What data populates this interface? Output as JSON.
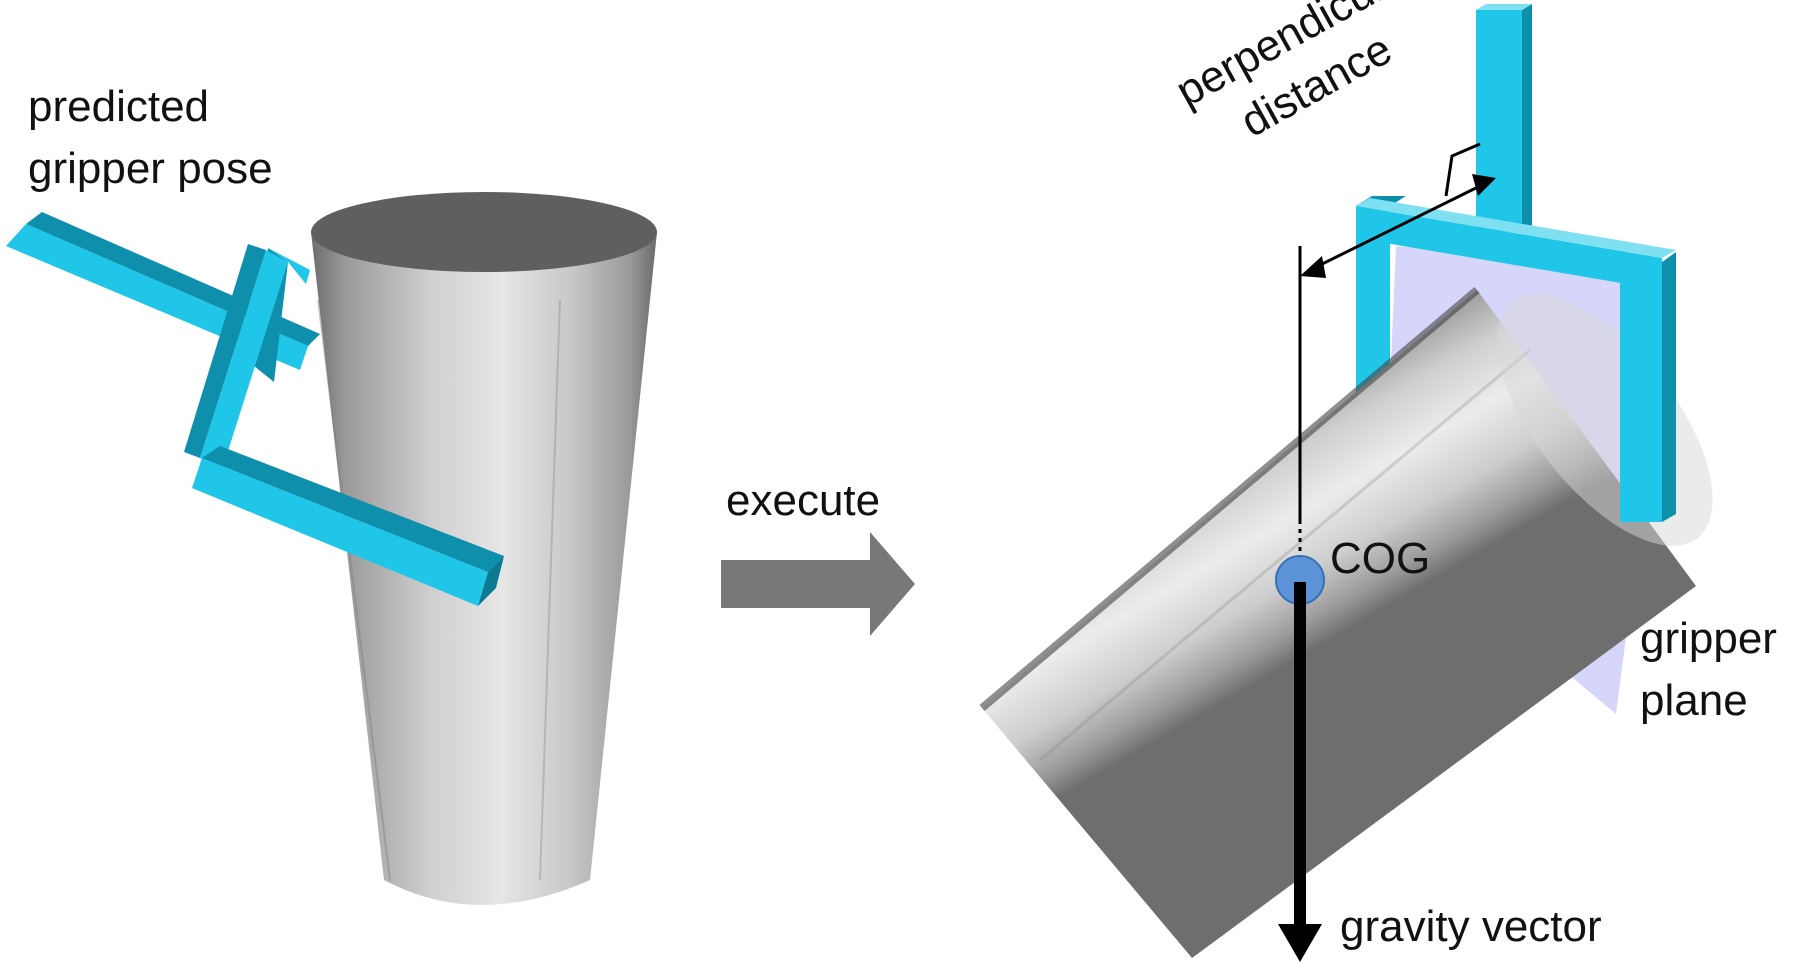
{
  "labels": {
    "predicted_line1": "predicted",
    "predicted_line2": "gripper pose",
    "execute": "execute",
    "perp_line1": "perpendicular",
    "perp_line2": "distance",
    "cog": "COG",
    "gripper_line1": "gripper",
    "gripper_line2": "plane",
    "gravity": "gravity vector"
  },
  "colors": {
    "gripper": "#1fc6e8",
    "gripper_dark": "#0e8fac",
    "cylinder_light": "#e6e6e6",
    "cylinder_dark": "#6c6c6c",
    "cylinder_top": "#5f5f5f",
    "arrow": "#787878",
    "cog": "#5b93d6",
    "plane": "#c8c8f8"
  },
  "icons": {
    "execute_arrow": "right-arrow-icon",
    "gravity_arrow": "down-arrow-icon"
  }
}
